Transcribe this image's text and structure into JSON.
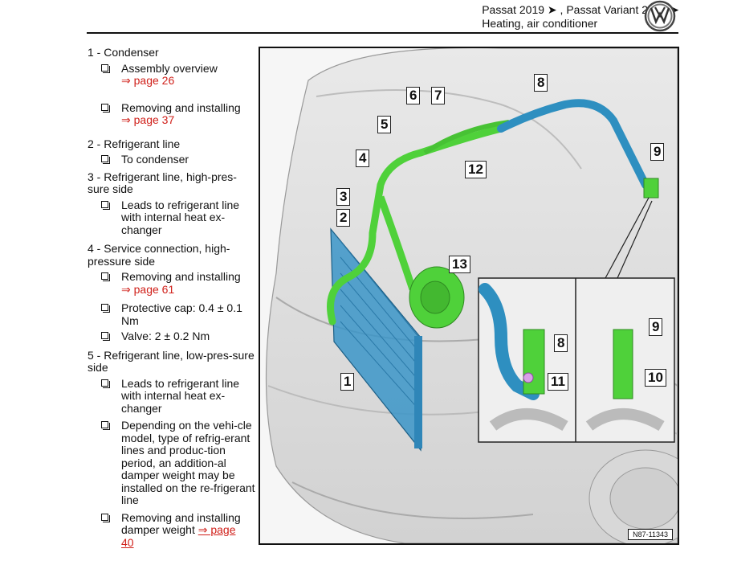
{
  "header": {
    "crumb": [
      "Passat 2019 ➤ , Passat Variant 2019 ➤"
    ],
    "subtitle": "Heating, air conditioner"
  },
  "items": [
    {
      "heading": "1 - Condenser",
      "subs": [
        {
          "text": "Assembly overview",
          "ref": "⇒ page 26"
        },
        {
          "text": "Removing and installing",
          "ref": "⇒ page 37"
        }
      ]
    },
    {
      "heading": "2 - Refrigerant line",
      "subs": [
        {
          "text": "To condenser"
        }
      ]
    },
    {
      "heading": "3 - Refrigerant line, high-pres-sure side",
      "subs": [
        {
          "text": "Leads to refrigerant line with internal heat ex-changer"
        }
      ]
    },
    {
      "heading": "4 - Service connection, high-pressure side",
      "subs": [
        {
          "text": "Removing and installing",
          "ref": "⇒ page 61"
        },
        {
          "text": "Protective cap: 0.4 ± 0.1 Nm"
        },
        {
          "text": "Valve: 2 ± 0.2 Nm"
        }
      ]
    },
    {
      "heading": "5 - Refrigerant line, low-pres-sure side",
      "subs": [
        {
          "text": "Leads to refrigerant line with internal heat ex-changer"
        },
        {
          "text": "Depending on the vehi-cle model, type of refrig-erant lines and produc-tion period, an addition-al damper weight may be installed on the re-frigerant line"
        },
        {
          "text": "Removing and installing damper weight",
          "ref": "⇒ page",
          "ref2": "40"
        }
      ]
    }
  ],
  "figure": {
    "labels": [
      "1",
      "2",
      "3",
      "4",
      "5",
      "6",
      "7",
      "8",
      "9",
      "12",
      "13"
    ],
    "inset_labels": [
      "8",
      "11",
      "9",
      "10"
    ],
    "figure_id": "N87-11343"
  },
  "colors": {
    "link": "#d0201a",
    "cooling_line": "#2e8fc0",
    "refrigerant_line": "#4fd13a",
    "condenser": "#3b95c8"
  }
}
